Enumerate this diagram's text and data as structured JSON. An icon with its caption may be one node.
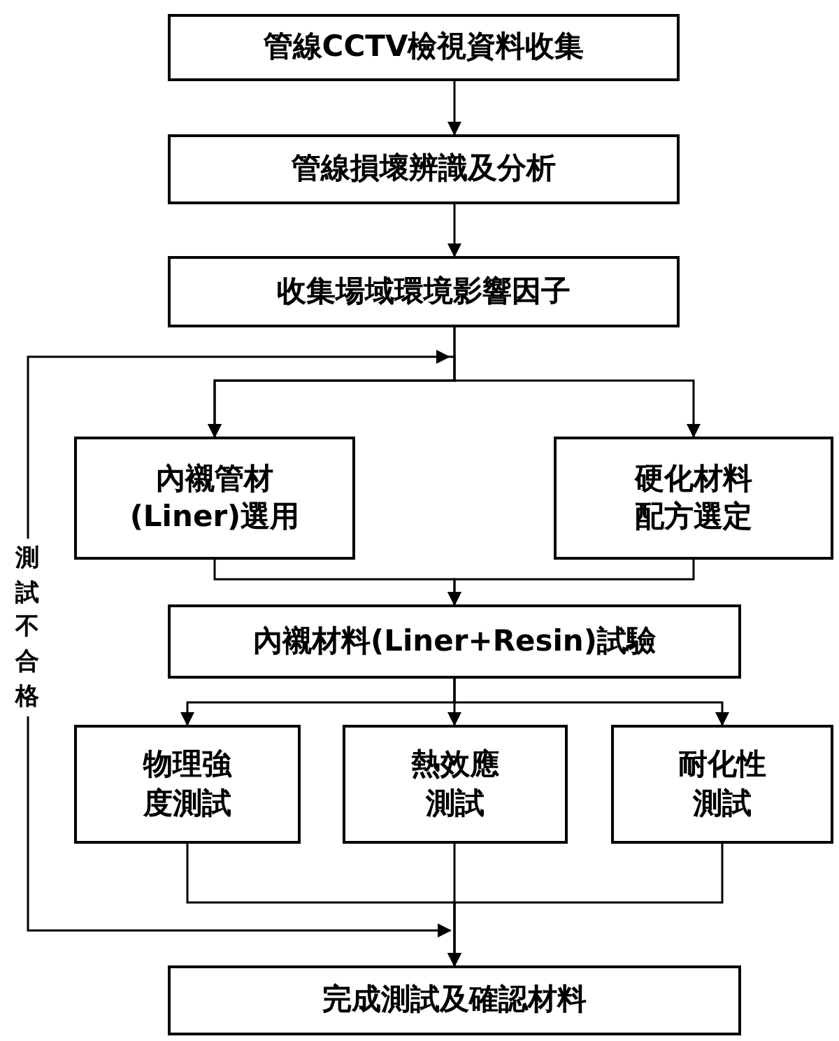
{
  "diagram": {
    "nodes": [
      {
        "text": [
          "管線CCTV檢視資料收集"
        ]
      },
      {
        "text": [
          "管線損壞辨識及分析"
        ]
      },
      {
        "text": [
          "收集場域環境影響因子"
        ]
      },
      {
        "text": [
          "內襯管材(Liner)選用"
        ]
      },
      {
        "text": [
          "硬化材料配方選定"
        ]
      },
      {
        "text": [
          "內襯材料(Liner+Resin)試驗"
        ]
      },
      {
        "text": [
          "物理強度測試"
        ]
      },
      {
        "text": [
          "熱效應測試"
        ]
      },
      {
        "text": [
          "耐化性測試"
        ]
      },
      {
        "text": [
          "完成測試及確認材料"
        ]
      }
    ],
    "edges": [
      {
        "from": 0,
        "to": 1,
        "arrow": "to"
      },
      {
        "from": 1,
        "to": 2,
        "arrow": "to"
      },
      {
        "from": 2,
        "to": 3,
        "arrow": "to"
      },
      {
        "from": 2,
        "to": 4,
        "arrow": "to"
      },
      {
        "from": 3,
        "to": 5,
        "arrow": "to"
      },
      {
        "from": 4,
        "to": 5,
        "arrow": "to"
      },
      {
        "from": 5,
        "to": 6,
        "arrow": "to"
      },
      {
        "from": 5,
        "to": 7,
        "arrow": "to"
      },
      {
        "from": 5,
        "to": 8,
        "arrow": "to"
      },
      {
        "from": 6,
        "to": 9,
        "arrow": "to"
      },
      {
        "from": 7,
        "to": 9,
        "arrow": "to"
      },
      {
        "from": 8,
        "to": 9,
        "arrow": "to"
      },
      {
        "from": 9,
        "to": 3,
        "arrow": "both",
        "label": "測試不合格"
      }
    ]
  }
}
